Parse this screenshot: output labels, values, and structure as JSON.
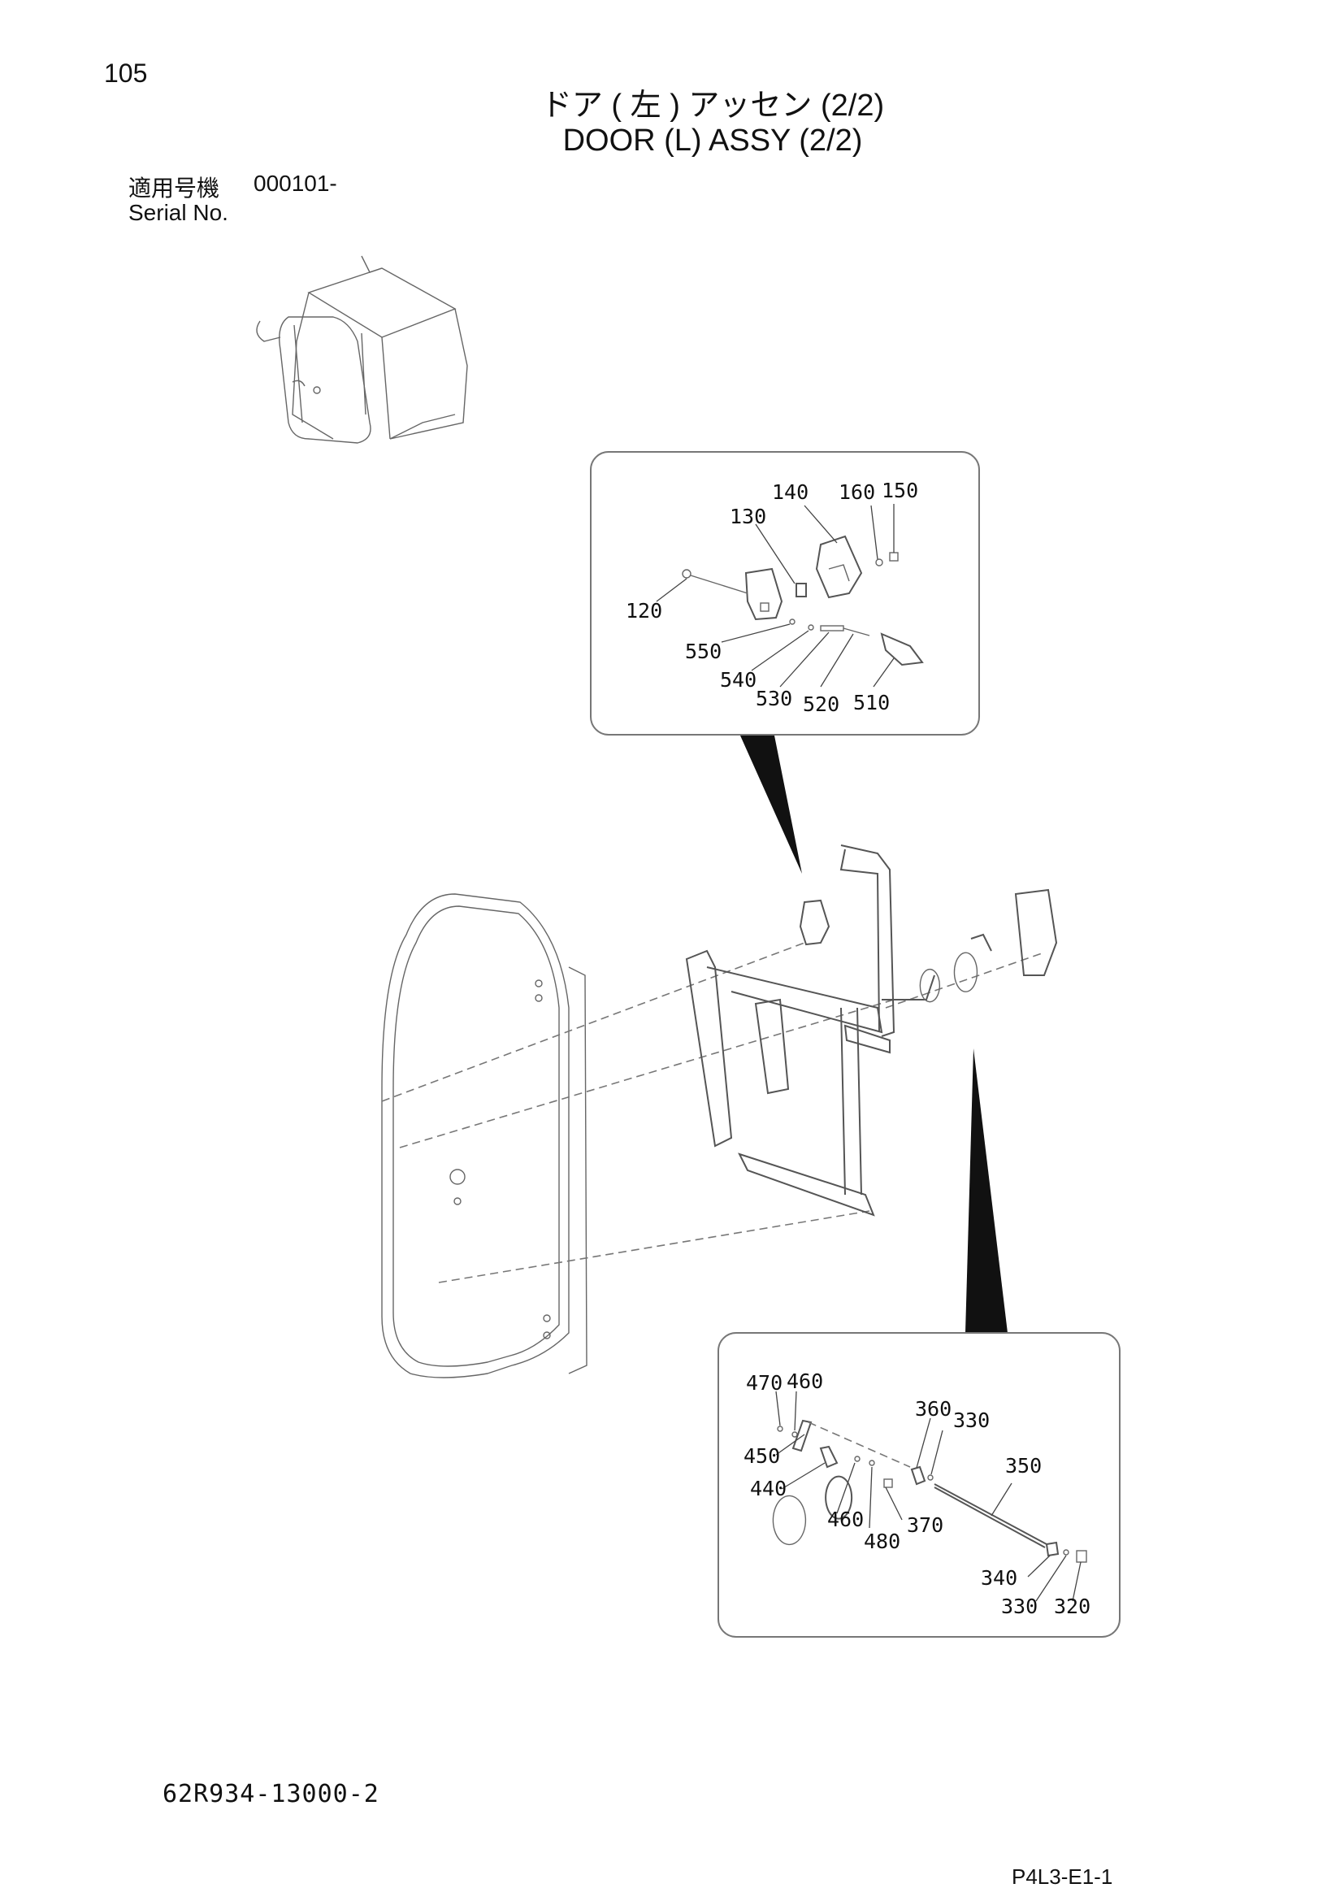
{
  "header": {
    "page_number": "105",
    "title_jp": "ドア ( 左 ) アッセン (2/2)",
    "title_en": "DOOR (L) ASSY (2/2)"
  },
  "serial": {
    "label_jp": "適用号機",
    "value": "000101-",
    "label_en": "Serial No."
  },
  "upper_detail": {
    "part_numbers": [
      "140",
      "160",
      "150",
      "130",
      "120",
      "550",
      "540",
      "530",
      "520",
      "510"
    ]
  },
  "lower_detail": {
    "part_numbers": [
      "470",
      "460",
      "360",
      "330",
      "450",
      "350",
      "440",
      "460",
      "370",
      "480",
      "340",
      "330",
      "320"
    ]
  },
  "footer": {
    "drawing_number": "62R934-13000-2",
    "page_code": "P4L3-E1-1"
  }
}
